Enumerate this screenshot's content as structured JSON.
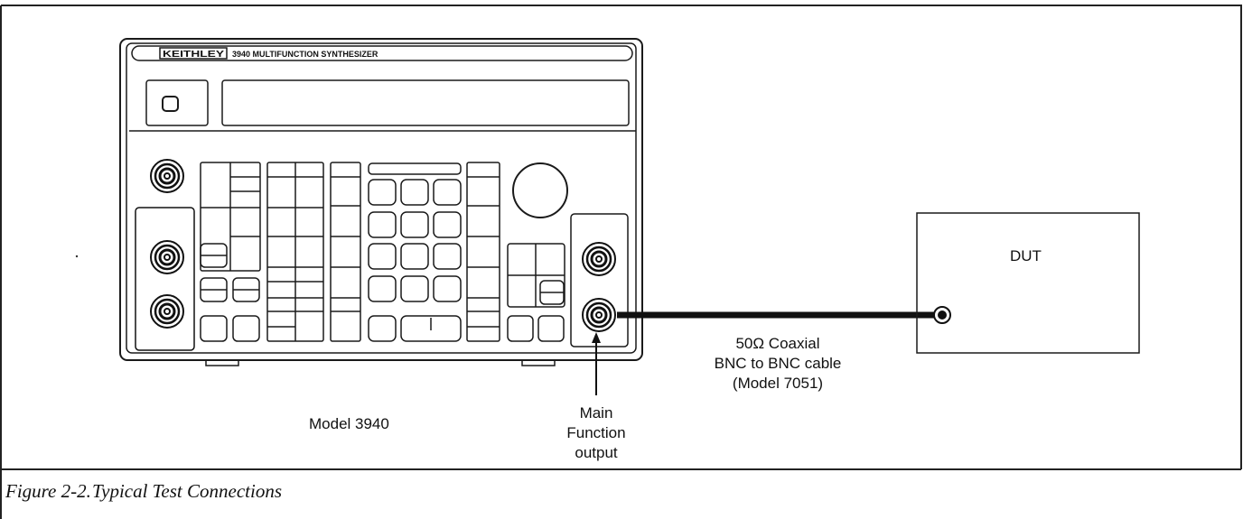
{
  "instrument": {
    "brand": "KEITHLEY",
    "title": "3940 MULTIFUNCTION SYNTHESIZER",
    "model_label": "Model 3940",
    "output_label_lines": [
      "Main",
      "Function",
      "output"
    ]
  },
  "dut": {
    "label": "DUT"
  },
  "cable": {
    "label_lines": [
      "50Ω Coaxial",
      "BNC to BNC cable",
      "(Model 7051)"
    ]
  },
  "caption": {
    "number": "Figure 2-2.",
    "title": "Typical Test Connections"
  }
}
